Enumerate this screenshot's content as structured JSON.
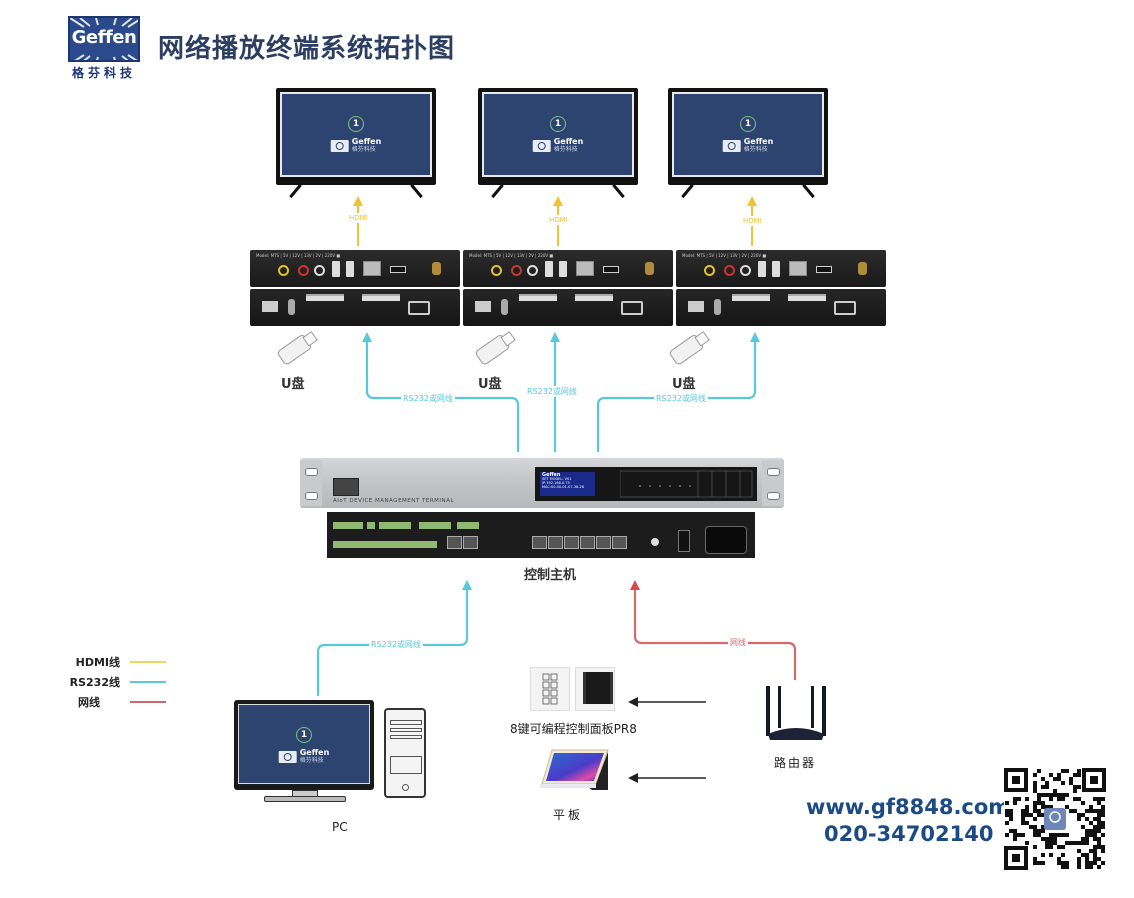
{
  "header": {
    "logo_word": "Geffen",
    "logo_sub": "格芬科技",
    "title": "网络播放终端系统拓扑图"
  },
  "displays": [
    {
      "number": "1",
      "brand": "Geffen",
      "brand_sub": "格芬科技"
    },
    {
      "number": "1",
      "brand": "Geffen",
      "brand_sub": "格芬科技"
    },
    {
      "number": "1",
      "brand": "Geffen",
      "brand_sub": "格芬科技"
    }
  ],
  "hdmi_link_label": "HDMI",
  "players": [
    {
      "model_text": "Model: MTS | 5V | 12V | 13V | 2V | 220V ■",
      "usb_label": "U盘"
    },
    {
      "model_text": "Model: MTS | 5V | 12V | 13V | 2V | 220V ■",
      "usb_label": "U盘"
    },
    {
      "model_text": "Model: MTS | 5V | 12V | 13V | 2V | 220V ■",
      "usb_label": "U盘"
    }
  ],
  "rs232_link_label": "RS232或网线",
  "network_link_label": "网线",
  "control_host": {
    "front_text": "AIoT DEVICE MANAGEMENT TERMINAL",
    "logo_word": "Geffen",
    "lcd_lines": [
      "SET MODEL: V01",
      "IP:192.168.0.75",
      "MAC:00-00-01-07-38-28"
    ],
    "label": "控制主机"
  },
  "legend": [
    {
      "label": "HDMI线",
      "color": "#f2c230"
    },
    {
      "label": "RS232线",
      "color": "#5ac8dc"
    },
    {
      "label": "网线",
      "color": "#c86a6a"
    }
  ],
  "pc": {
    "label": "PC",
    "number": "1",
    "brand": "Geffen",
    "brand_sub": "格芬科技"
  },
  "panel": {
    "label": "8键可编程控制面板PR8"
  },
  "tablet": {
    "label": "平板"
  },
  "router": {
    "label": "路由器"
  },
  "contact": {
    "website": "www.gf8848.com",
    "phone": "020-34702140"
  },
  "colors": {
    "hdmi": "#f2c230",
    "rs232": "#5ac8dc",
    "network": "#d94a4a",
    "title": "#2d3e63",
    "contact": "#1c4a84"
  }
}
